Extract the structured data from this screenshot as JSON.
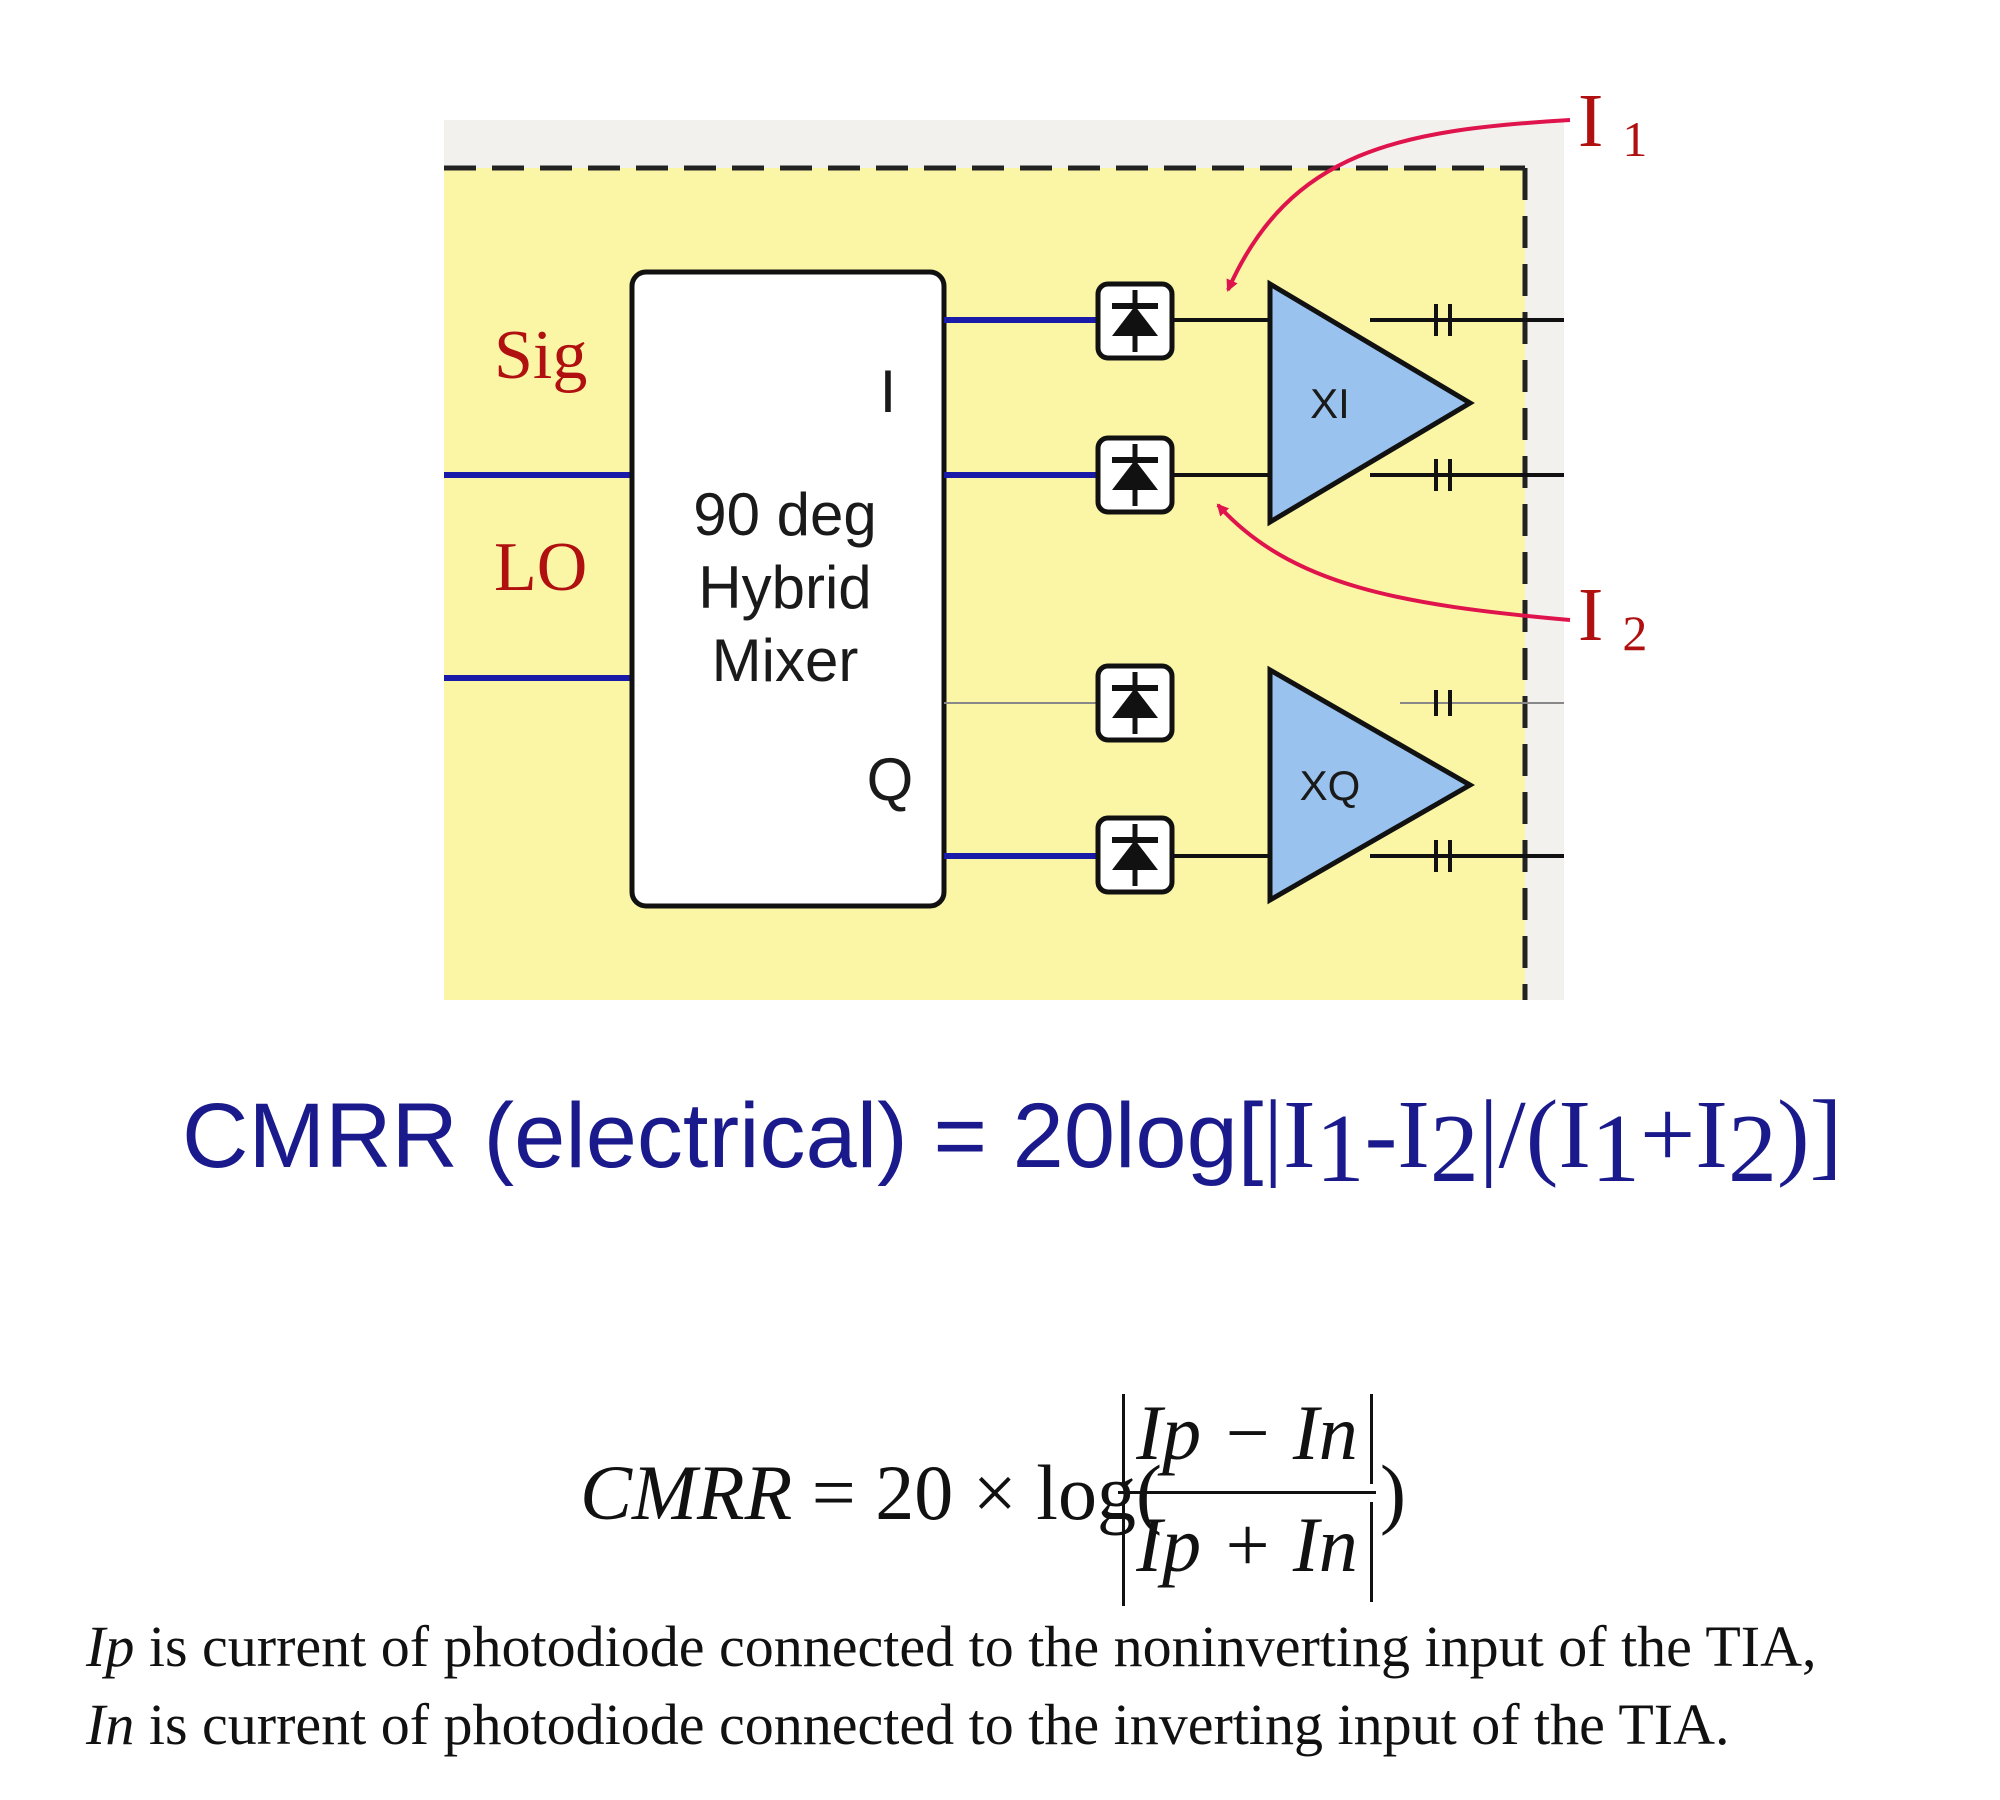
{
  "diagram": {
    "labels": {
      "sig": "Sig",
      "lo": "LO",
      "hybrid_line1": "90 deg",
      "hybrid_line2": "Hybrid",
      "hybrid_line3": "Mixer",
      "port_i": "I",
      "port_q": "Q",
      "amp_xi": "XI",
      "amp_xq": "XQ",
      "current_1_base": "I",
      "current_1_sub": "1",
      "current_2_base": "I",
      "current_2_sub": "2"
    },
    "colors": {
      "background_fill": "#fbf6a6",
      "amplifier_fill": "#99c3ee",
      "signal_line": "#1a1aa8",
      "arrow": "#e0144c",
      "label_red": "#b01010",
      "label_dark": "#1a1a1a"
    }
  },
  "equation_electrical": {
    "prefix": "CMRR (electrical) = 20log[",
    "bar_open": "|",
    "i1": "I",
    "i1_sub": "1",
    "minus": "-",
    "i2": "I",
    "i2_sub": "2",
    "bar_close": "|",
    "slash_paren": "/(",
    "i3": "I",
    "i3_sub": "1",
    "plus": "+",
    "i4": "I",
    "i4_sub": "2",
    "suffix": ")]"
  },
  "equation_formula": {
    "lhs_var": "CMRR",
    "lhs_rest": " = 20 × log(",
    "numerator": "Ip − In",
    "denominator": "Ip + In",
    "close": ")"
  },
  "notes": [
    {
      "var": "Ip",
      "text": " is current of photodiode connected to the noninverting input of the TIA,"
    },
    {
      "var": "In",
      "text": " is current of photodiode connected to the inverting input of the TIA."
    }
  ]
}
